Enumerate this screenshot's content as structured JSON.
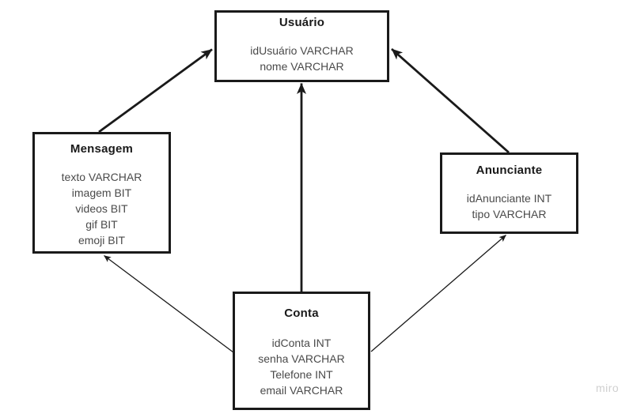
{
  "diagram": {
    "entities": [
      {
        "id": "usuario",
        "title": "Usuário",
        "attributes": [
          "idUsuário VARCHAR",
          "nome VARCHAR"
        ]
      },
      {
        "id": "mensagem",
        "title": "Mensagem",
        "attributes": [
          "texto VARCHAR",
          "imagem BIT",
          "videos BIT",
          "gif BIT",
          "emoji BIT"
        ]
      },
      {
        "id": "anunciante",
        "title": "Anunciante",
        "attributes": [
          "idAnunciante INT",
          "tipo VARCHAR"
        ]
      },
      {
        "id": "conta",
        "title": "Conta",
        "attributes": [
          "idConta INT",
          "senha VARCHAR",
          "Telefone INT",
          "email VARCHAR"
        ]
      }
    ],
    "connections": [
      {
        "from": "mensagem",
        "to": "usuario",
        "weight": "thick"
      },
      {
        "from": "anunciante",
        "to": "usuario",
        "weight": "thick"
      },
      {
        "from": "conta",
        "to": "usuario",
        "weight": "thick"
      },
      {
        "from": "conta",
        "to": "mensagem",
        "weight": "thin"
      },
      {
        "from": "conta",
        "to": "anunciante",
        "weight": "thin"
      }
    ],
    "colors": {
      "line": "#1a1a1a",
      "box_border": "#1a1a1a",
      "title_text": "#1a1a1a",
      "attribute_text": "#4a4a4a",
      "watermark_text": "#d0d0d0",
      "background": "#ffffff"
    }
  },
  "watermark": {
    "label": "miro"
  }
}
